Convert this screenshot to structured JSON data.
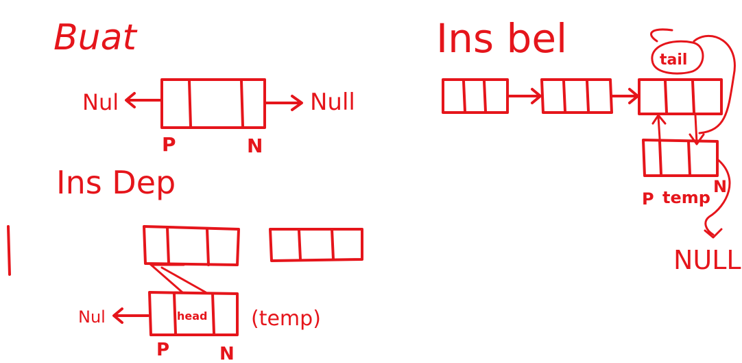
{
  "labels": {
    "buat": "Buat",
    "ins_bel": "Ins bel",
    "ins_dep": "Ins Dep",
    "null_left": "Nul",
    "null_right": "Null",
    "p": "P",
    "n": "N",
    "tail": "tail",
    "temp": "temp",
    "head": "head",
    "temp_paren": "(temp)",
    "null_bottom": "NULL",
    "nul_short": "Nul"
  },
  "colors": {
    "ink": "#e5151b",
    "background": "#ffffff"
  }
}
